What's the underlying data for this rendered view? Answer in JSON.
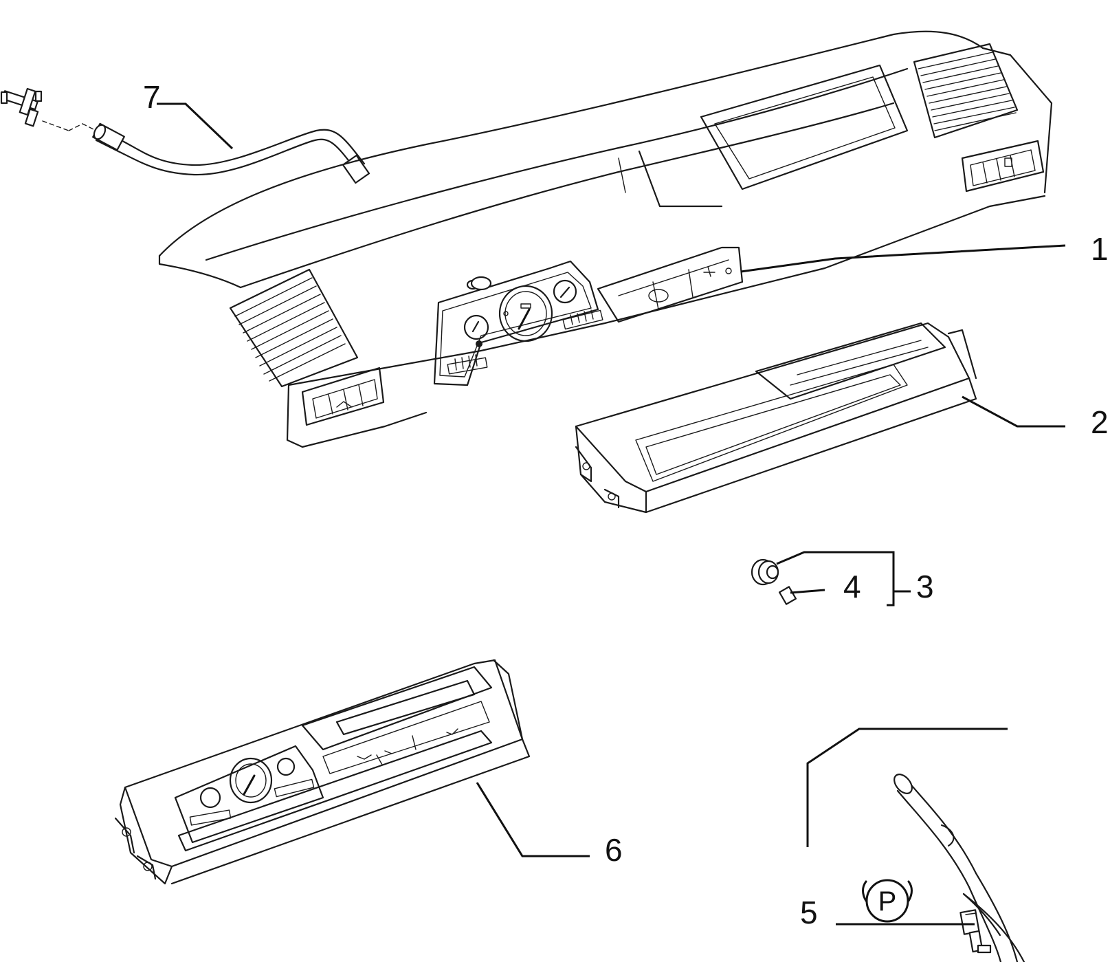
{
  "callouts": {
    "c1": "1",
    "c2": "2",
    "c3": "3",
    "c4": "4",
    "c5": "5",
    "c6": "6",
    "c7": "7"
  },
  "symbols": {
    "parking": "P"
  }
}
